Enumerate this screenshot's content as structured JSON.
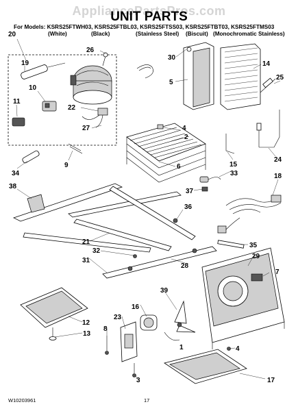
{
  "watermark": "AppliancePartsPros.com",
  "title": "UNIT PARTS",
  "models_line": "For Models: KSRS25FTWH03, KSRS25FTBL03, KSRS25FTSS03, KSRS25FTBT03, KSRS25FTMS03",
  "finishes": [
    "(White)",
    "(Black)",
    "(Stainless Steel)",
    "(Biscuit)",
    "(Monochromatic Stainless)"
  ],
  "callouts": [
    "20",
    "26",
    "30",
    "14",
    "19",
    "5",
    "25",
    "10",
    "11",
    "22",
    "27",
    "4",
    "2",
    "9",
    "34",
    "15",
    "6",
    "33",
    "24",
    "38",
    "37",
    "18",
    "36",
    "21",
    "35",
    "32",
    "31",
    "28",
    "29",
    "7",
    "16",
    "39",
    "12",
    "23",
    "13",
    "8",
    "4",
    "3",
    "17",
    "1"
  ],
  "footer": {
    "doc_number": "W10203961",
    "page_number": "17"
  }
}
